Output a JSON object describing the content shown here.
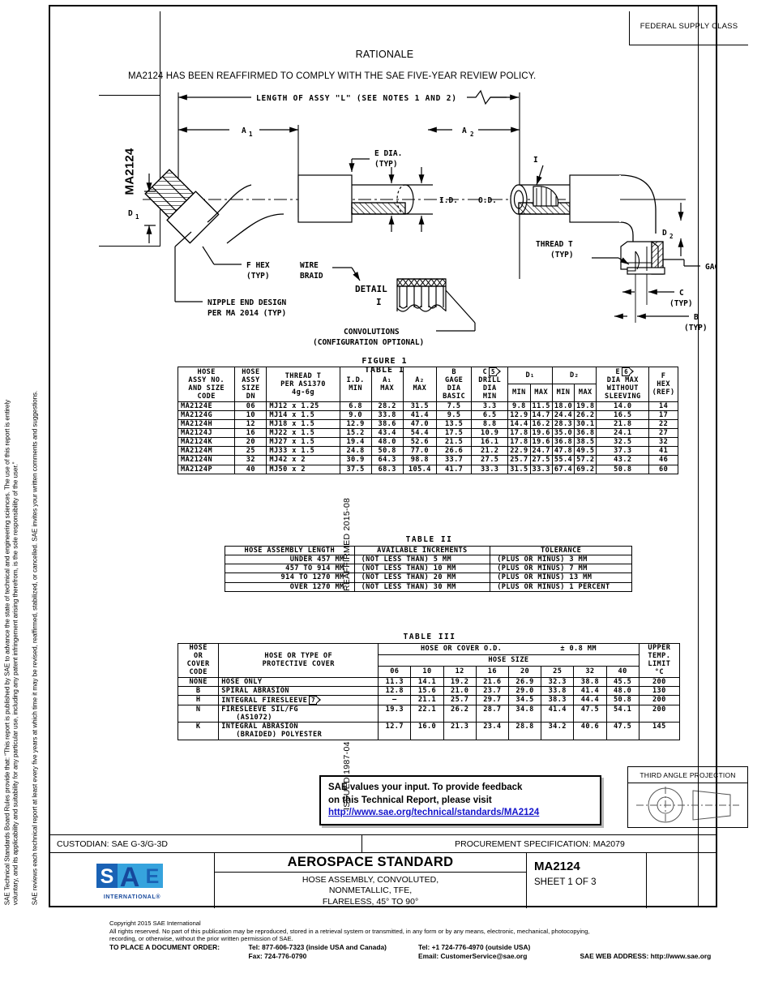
{
  "header": {
    "federal_supply_class": "FEDERAL SUPPLY CLASS",
    "doc_number_top": "MA2124",
    "side_tab_label": "MA2124"
  },
  "rationale": {
    "title": "RATIONALE",
    "body": "MA2124 HAS BEEN REAFFIRMED TO COMPLY WITH THE SAE FIVE-YEAR REVIEW POLICY."
  },
  "disclaimer": {
    "line1": "SAE Technical Standards Board Rules provide that: “This report is published by SAE to advance the state of technical and engineering sciences. The use of this report is entirely",
    "line2": "voluntary, and its applicability and suitability for any particular use, including any patent infringement arising therefrom, is the sole responsibility of the user.”",
    "line3": "SAE reviews each technical report at least every five years at which time it may be revised, reaffirmed, stabilized, or cancelled. SAE invites your written comments and suggestions."
  },
  "dates": {
    "reaffirmed": "REAFFIRMED 2015-08",
    "issued": "ISSUED 1987-04"
  },
  "figure": {
    "caption_line1": "FIGURE 1",
    "caption_line2": "TABLE I",
    "labels": {
      "length_of_assy": "LENGTH OF ASSY \"L\" (SEE NOTES 1 AND 2)",
      "a1": "A",
      "a1_sub": "1",
      "a2": "A",
      "a2_sub": "2",
      "e_dia": "E DIA.",
      "typ": "(TYP)",
      "d1": "D",
      "d1_sub": "1",
      "d2": "D",
      "d2_sub": "2",
      "id": "I.D.",
      "od": "O.D.",
      "f_hex": "F HEX",
      "nipple1": "NIPPLE END DESIGN",
      "nipple2": "PER MA 2014 (TYP)",
      "wire": "WIRE",
      "braid": "BRAID",
      "detail": "DETAIL",
      "detail_i": "I",
      "i_callout": "I",
      "thread_t": "THREAD T",
      "gage_point": "GAGE POINT",
      "c": "C",
      "b": "B",
      "convolutions": "CONVOLUTIONS",
      "config_optional": "(CONFIGURATION OPTIONAL)"
    }
  },
  "table1": {
    "title": "TABLE I",
    "headers": {
      "hose_assy_no": [
        "HOSE",
        "ASSY NO.",
        "AND SIZE",
        "CODE"
      ],
      "hose_assy_size": [
        "HOSE",
        "ASSY",
        "SIZE",
        "DN"
      ],
      "thread_t": [
        "THREAD T",
        "PER AS1370",
        "4g-6g"
      ],
      "id_min": [
        "I.D.",
        "MIN"
      ],
      "a1_max": [
        "A₁",
        "MAX"
      ],
      "a2_max": [
        "A₂",
        "MAX"
      ],
      "b": [
        "B",
        "GAGE",
        "DIA",
        "BASIC"
      ],
      "c": [
        "C",
        "DRILL",
        "DIA",
        "MIN"
      ],
      "c_flag": "5",
      "d1": "D₁",
      "d2": "D₂",
      "minmax": [
        "MIN",
        "MAX"
      ],
      "e": [
        "E",
        "DIA MAX",
        "WITHOUT",
        "SLEEVING"
      ],
      "e_flag": "6",
      "f": [
        "F",
        "HEX",
        "(REF)"
      ]
    },
    "rows": [
      {
        "code": "MA2124E",
        "dn": "06",
        "thread": "MJ12 x 1.25",
        "id": "6.8",
        "a1": "28.2",
        "a2": "31.5",
        "b": "7.5",
        "c": "3.3",
        "d1min": "9.8",
        "d1max": "11.5",
        "d2min": "18.0",
        "d2max": "19.8",
        "e": "14.0",
        "f": "14"
      },
      {
        "code": "MA2124G",
        "dn": "10",
        "thread": "MJ14 x 1.5",
        "id": "9.0",
        "a1": "33.8",
        "a2": "41.4",
        "b": "9.5",
        "c": "6.5",
        "d1min": "12.9",
        "d1max": "14.7",
        "d2min": "24.4",
        "d2max": "26.2",
        "e": "16.5",
        "f": "17"
      },
      {
        "code": "MA2124H",
        "dn": "12",
        "thread": "MJ18 x 1.5",
        "id": "12.9",
        "a1": "38.6",
        "a2": "47.0",
        "b": "13.5",
        "c": "8.8",
        "d1min": "14.4",
        "d1max": "16.2",
        "d2min": "28.3",
        "d2max": "30.1",
        "e": "21.8",
        "f": "22"
      },
      {
        "code": "MA2124J",
        "dn": "16",
        "thread": "MJ22 x 1.5",
        "id": "15.2",
        "a1": "43.4",
        "a2": "54.4",
        "b": "17.5",
        "c": "10.9",
        "d1min": "17.8",
        "d1max": "19.6",
        "d2min": "35.0",
        "d2max": "36.8",
        "e": "24.1",
        "f": "27"
      },
      {
        "code": "MA2124K",
        "dn": "20",
        "thread": "MJ27 x 1.5",
        "id": "19.4",
        "a1": "48.0",
        "a2": "52.6",
        "b": "21.5",
        "c": "16.1",
        "d1min": "17.8",
        "d1max": "19.6",
        "d2min": "36.8",
        "d2max": "38.5",
        "e": "32.5",
        "f": "32"
      },
      {
        "code": "MA2124M",
        "dn": "25",
        "thread": "MJ33 x 1.5",
        "id": "24.8",
        "a1": "50.8",
        "a2": "77.0",
        "b": "26.6",
        "c": "21.2",
        "d1min": "22.9",
        "d1max": "24.7",
        "d2min": "47.8",
        "d2max": "49.5",
        "e": "37.3",
        "f": "41"
      },
      {
        "code": "MA2124N",
        "dn": "32",
        "thread": "MJ42 x 2",
        "id": "30.9",
        "a1": "64.3",
        "a2": "98.8",
        "b": "33.7",
        "c": "27.5",
        "d1min": "25.7",
        "d1max": "27.5",
        "d2min": "55.4",
        "d2max": "57.2",
        "e": "43.2",
        "f": "46"
      },
      {
        "code": "MA2124P",
        "dn": "40",
        "thread": "MJ50 x 2",
        "id": "37.5",
        "a1": "68.3",
        "a2": "105.4",
        "b": "41.7",
        "c": "33.3",
        "d1min": "31.5",
        "d1max": "33.3",
        "d2min": "67.4",
        "d2max": "69.2",
        "e": "50.8",
        "f": "60"
      }
    ]
  },
  "table2": {
    "title": "TABLE II",
    "headers": [
      "HOSE ASSEMBLY LENGTH",
      "AVAILABLE INCREMENTS",
      "TOLERANCE"
    ],
    "rows": [
      {
        "length": "UNDER 457 MM",
        "increment": "(NOT LESS THAN)  5 MM",
        "tolerance": "(PLUS OR MINUS)   3 MM"
      },
      {
        "length": "457 TO 914 MM",
        "increment": "(NOT LESS THAN) 10 MM",
        "tolerance": "(PLUS OR MINUS)   7 MM"
      },
      {
        "length": "914 TO 1270 MM",
        "increment": "(NOT LESS THAN) 20 MM",
        "tolerance": "(PLUS OR MINUS)  13 MM"
      },
      {
        "length": "OVER 1270 MM",
        "increment": "(NOT LESS THAN) 30 MM",
        "tolerance": "(PLUS OR MINUS)   1 PERCENT"
      }
    ]
  },
  "table3": {
    "title": "TABLE III",
    "headers": {
      "code": [
        "HOSE",
        "OR",
        "COVER",
        "CODE"
      ],
      "cover": [
        "HOSE OR TYPE OF",
        "PROTECTIVE COVER"
      ],
      "od": "HOSE OR COVER O.D.",
      "od_tol": "± 0.8 MM",
      "hose_size": "HOSE SIZE",
      "sizes": [
        "06",
        "10",
        "12",
        "16",
        "20",
        "25",
        "32",
        "40"
      ],
      "upper_temp": [
        "UPPER",
        "TEMP.",
        "LIMIT",
        "°C"
      ]
    },
    "rows": [
      {
        "code": "NONE",
        "cover": "HOSE ONLY",
        "cover2": "",
        "flag": "",
        "values": [
          "11.3",
          "14.1",
          "19.2",
          "21.6",
          "26.9",
          "32.3",
          "38.8",
          "45.5"
        ],
        "temp": "200"
      },
      {
        "code": "B",
        "cover": "SPIRAL ABRASION",
        "cover2": "",
        "flag": "",
        "values": [
          "12.8",
          "15.6",
          "21.0",
          "23.7",
          "29.0",
          "33.8",
          "41.4",
          "48.0"
        ],
        "temp": "130"
      },
      {
        "code": "H",
        "cover": "INTEGRAL FIRESLEEVE",
        "cover2": "",
        "flag": "7",
        "values": [
          "—",
          "21.1",
          "25.7",
          "29.7",
          "34.5",
          "38.3",
          "44.4",
          "50.8"
        ],
        "temp": "200"
      },
      {
        "code": "N",
        "cover": "FIRESLEEVE SIL/FG",
        "cover2": "(AS1072)",
        "flag": "",
        "values": [
          "19.3",
          "22.1",
          "26.2",
          "28.7",
          "34.8",
          "41.4",
          "47.5",
          "54.1"
        ],
        "temp": "200"
      },
      {
        "code": "K",
        "cover": "INTEGRAL ABRASION",
        "cover2": "(BRAIDED) POLYESTER",
        "flag": "",
        "values": [
          "12.7",
          "16.0",
          "21.3",
          "23.4",
          "28.8",
          "34.2",
          "40.6",
          "47.5"
        ],
        "temp": "145"
      }
    ]
  },
  "feedback": {
    "line1": "SAE values your input. To provide feedback",
    "line2": "on this Technical Report, please visit",
    "url": "http://www.sae.org/technical/standards/MA2124"
  },
  "projection": {
    "title": "THIRD ANGLE PROJECTION"
  },
  "custodian": {
    "left": "CUSTODIAN: SAE G-3/G-3D",
    "right": "PROCUREMENT SPECIFICATION: MA2079"
  },
  "titleblock": {
    "logo_text": "SAE",
    "logo_sub": "INTERNATIONAL®",
    "standard_type": "AEROSPACE STANDARD",
    "description": [
      "HOSE ASSEMBLY, CONVOLUTED,",
      "NONMETALLIC, TFE,",
      "FLARELESS, 45° TO 90°"
    ],
    "number": "MA2124",
    "sheet": "SHEET 1 OF 3"
  },
  "footer": {
    "copyright": "Copyright 2015 SAE International",
    "rights1": "All rights reserved. No part of this publication may be reproduced, stored in a retrieval system or transmitted, in any form or by any means, electronic, mechanical, photocopying,",
    "rights2": "recording, or otherwise, without the prior written permission of SAE.",
    "order_label": "TO PLACE A DOCUMENT ORDER:",
    "tel_inside": "Tel: 877-606-7323 (inside USA and Canada)",
    "tel_outside": "Tel: +1 724-776-4970 (outside USA)",
    "fax": "Fax: 724-776-0790",
    "email": "Email: CustomerService@sae.org",
    "web": "SAE WEB ADDRESS: http://www.sae.org"
  },
  "colors": {
    "link": "#1515cc",
    "sae_blue_dark": "#16489c",
    "sae_blue_light": "#36a3dd"
  }
}
